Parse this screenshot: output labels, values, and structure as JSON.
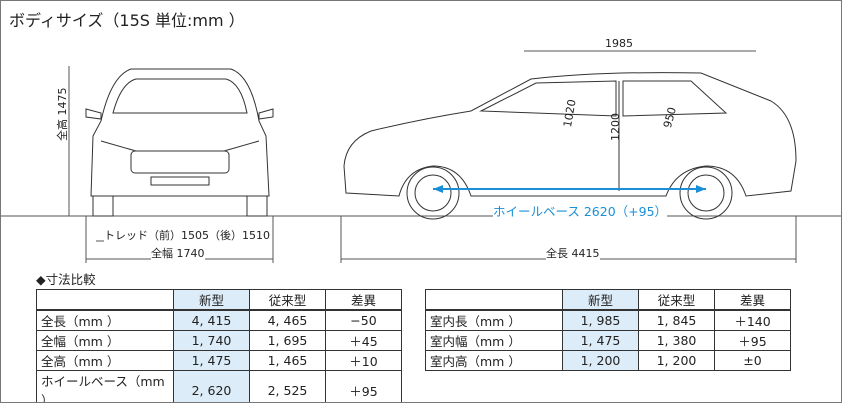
{
  "title": "ボディサイズ（15S 単位:mm ）",
  "front_view": {
    "height_label": "全高 1475",
    "tread_label": "トレッド（前）1505（後）1510",
    "width_label": "全幅 1740"
  },
  "side_view": {
    "interior_length": "1985",
    "front_headroom": "1020",
    "interior_height": "1200",
    "rear_headroom": "950",
    "wheelbase_label": "ホイールベース 2620（+95）",
    "length_label": "全長 4415"
  },
  "colors": {
    "wheelbase": "#1a8fd8",
    "highlight": "#dcecf8"
  },
  "comparison": {
    "heading": "◆寸法比較",
    "headers": [
      "",
      "新型",
      "従来型",
      "差異"
    ],
    "table1": [
      [
        "全長（mm ）",
        "4, 415",
        "4, 465",
        "−50"
      ],
      [
        "全幅（mm ）",
        "1, 740",
        "1, 695",
        "＋45"
      ],
      [
        "全高（mm ）",
        "1, 475",
        "1, 465",
        "＋10"
      ],
      [
        "ホイールベース（mm ）",
        "2, 620",
        "2, 525",
        "＋95"
      ]
    ],
    "table2": [
      [
        "室内長（mm ）",
        "1, 985",
        "1, 845",
        "＋140"
      ],
      [
        "室内幅（mm ）",
        "1, 475",
        "1, 380",
        "＋95"
      ],
      [
        "室内高（mm ）",
        "1, 200",
        "1, 200",
        "±0"
      ]
    ]
  }
}
